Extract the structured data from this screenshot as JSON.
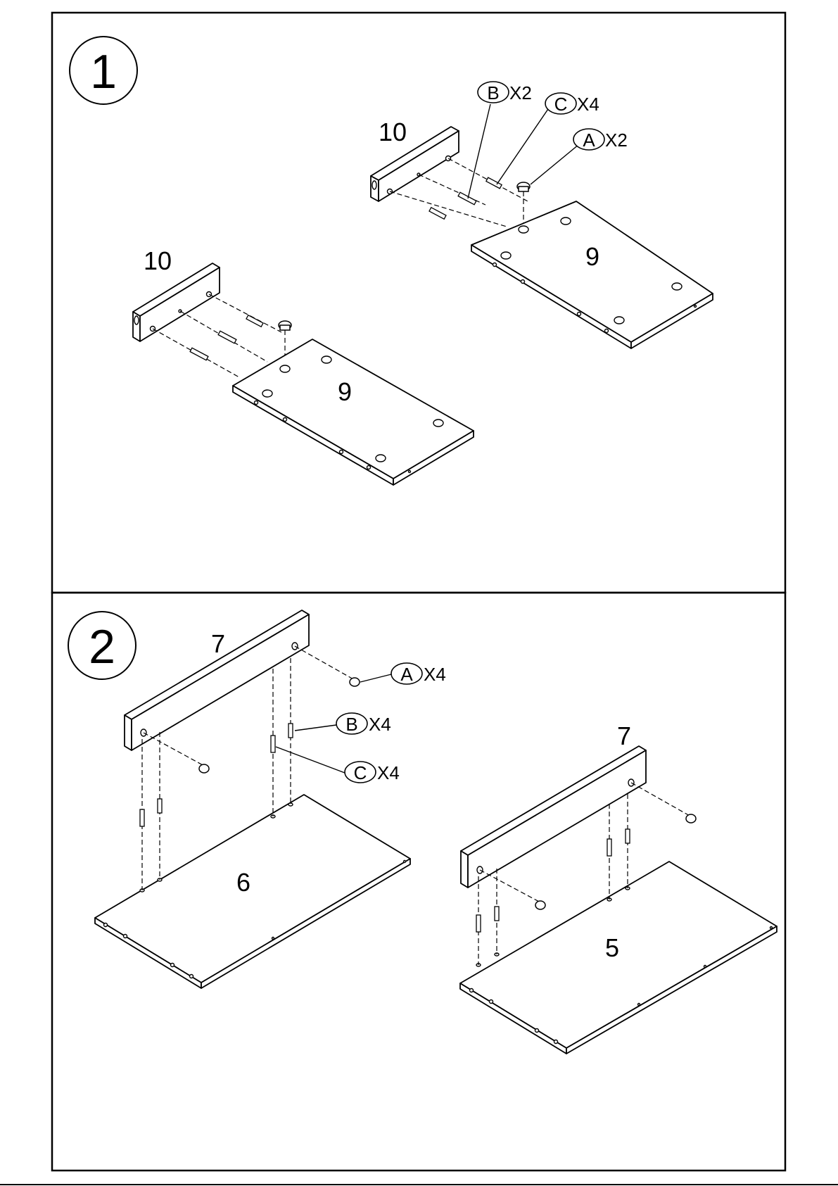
{
  "steps": [
    {
      "number": "1",
      "part_labels": {
        "side_a": "10",
        "board_a": "9",
        "side_b": "10",
        "board_b": "9"
      },
      "hardware": [
        {
          "letter": "B",
          "qty": "X2"
        },
        {
          "letter": "C",
          "qty": "X4"
        },
        {
          "letter": "A",
          "qty": "X2"
        }
      ]
    },
    {
      "number": "2",
      "part_labels": {
        "rail_left": "7",
        "board_left": "6",
        "rail_right": "7",
        "board_right": "5"
      },
      "hardware": [
        {
          "letter": "A",
          "qty": "X4"
        },
        {
          "letter": "B",
          "qty": "X4"
        },
        {
          "letter": "C",
          "qty": "X4"
        }
      ]
    }
  ]
}
